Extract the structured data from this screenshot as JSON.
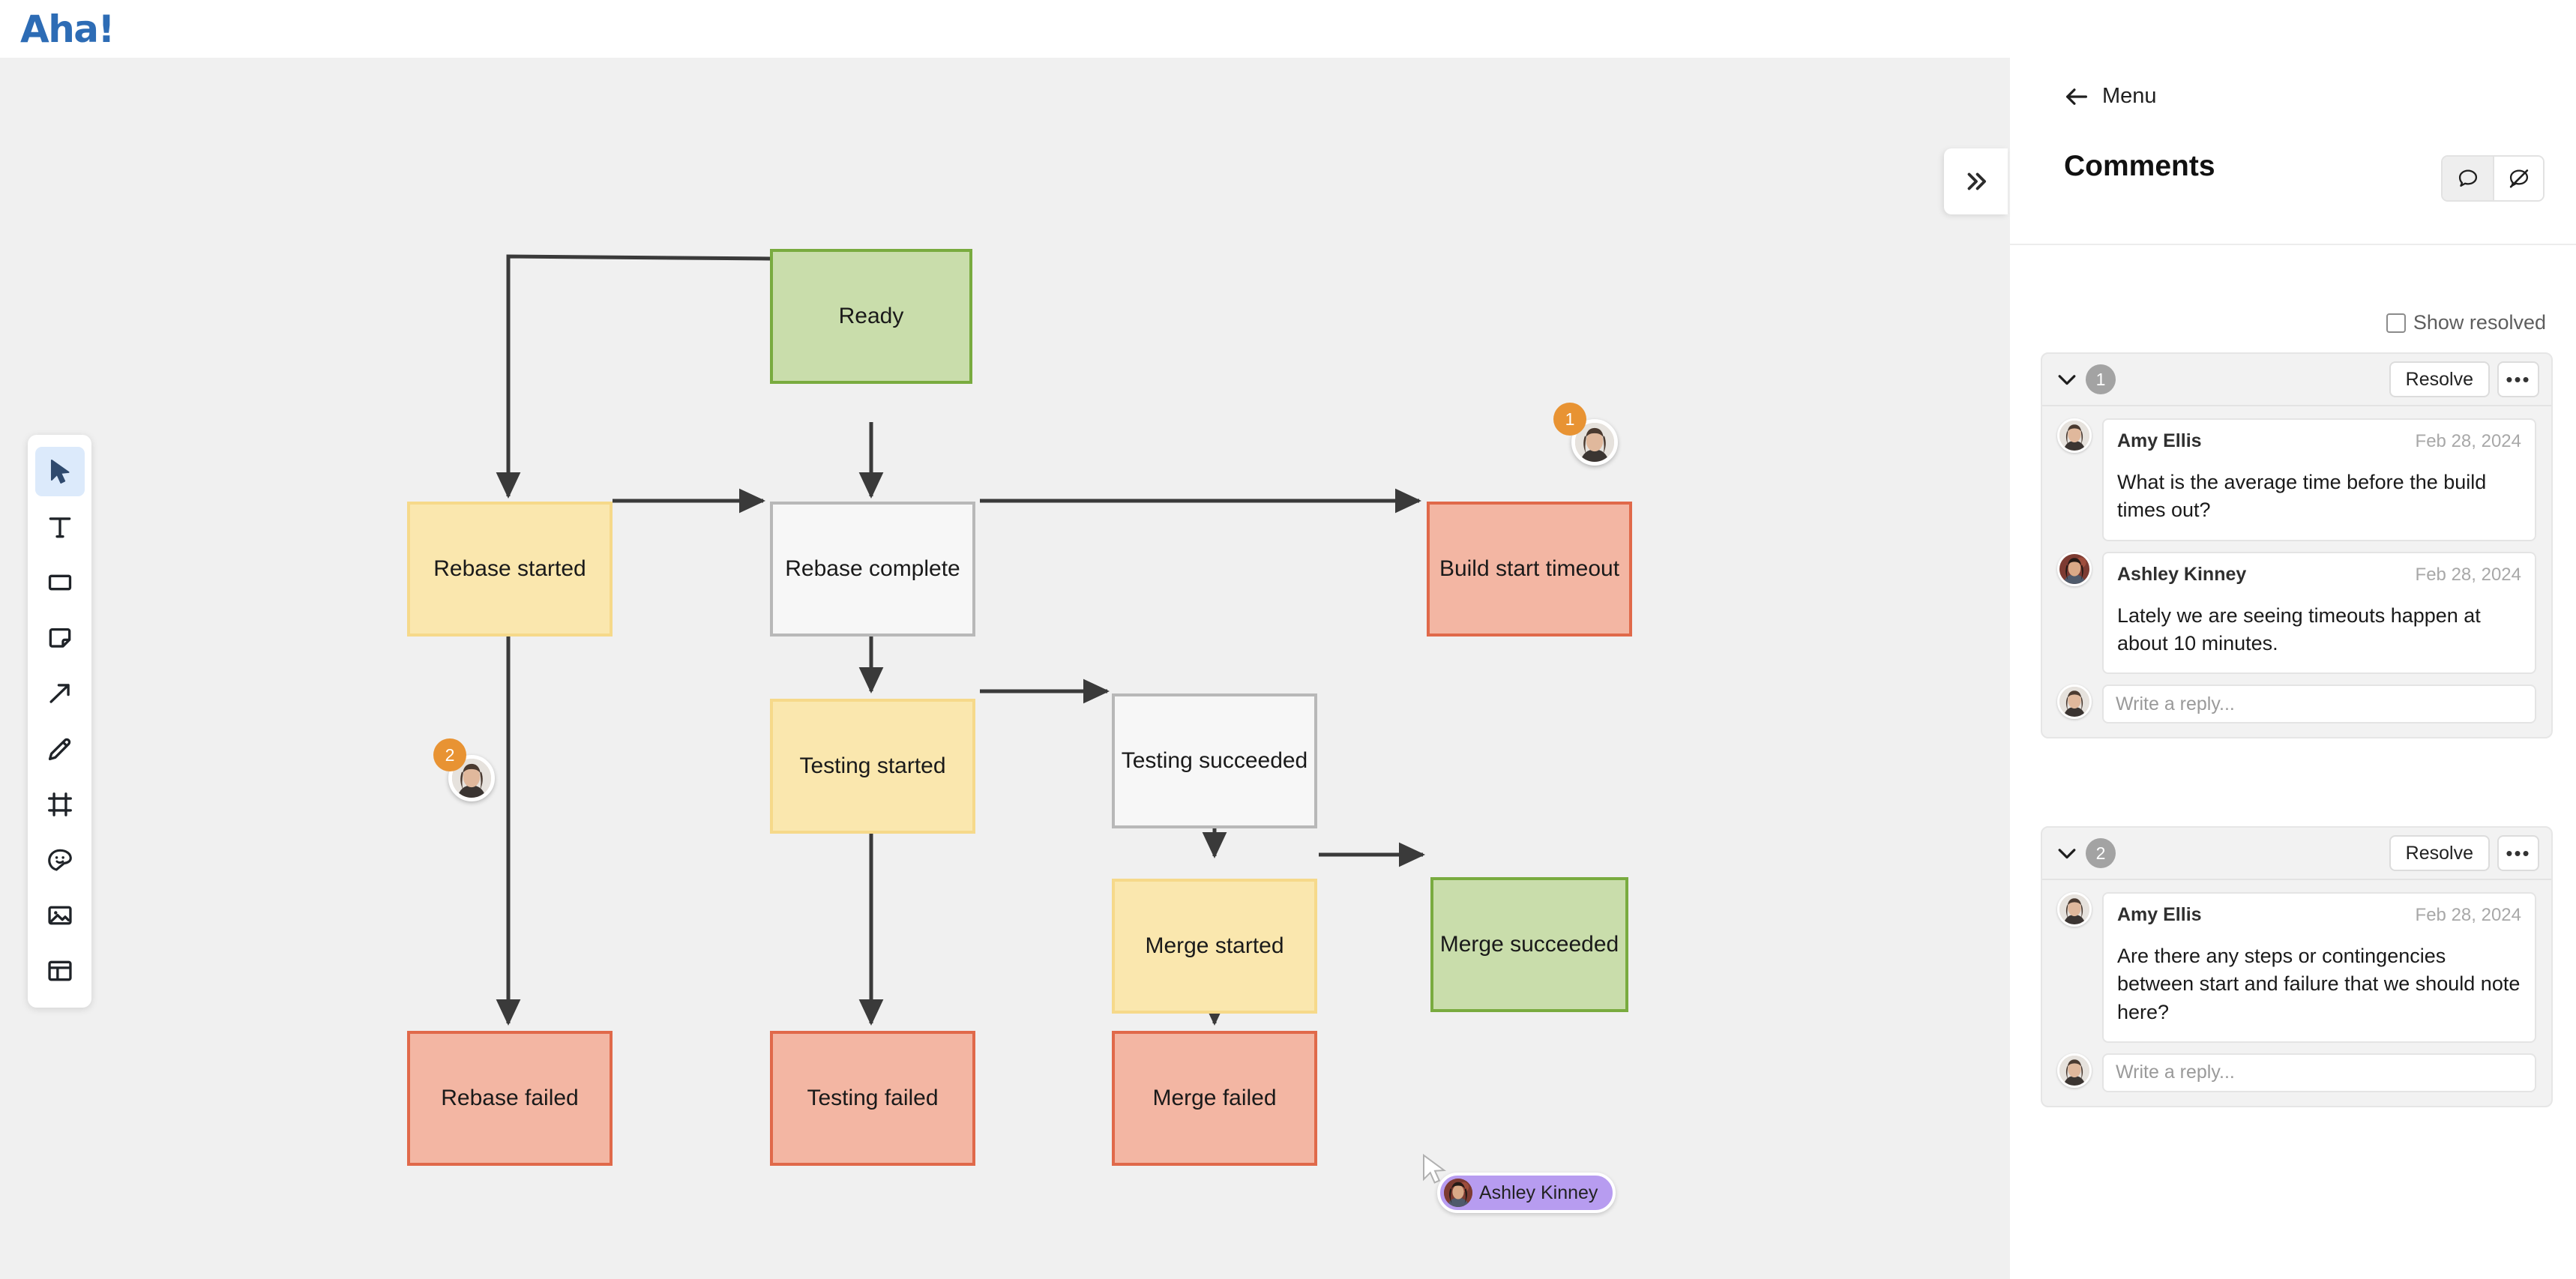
{
  "app": {
    "logo_text": "Aha!",
    "brand_color": "#2d6cb5",
    "collapse_icon": "collapse-arrows-icon"
  },
  "toolbar": {
    "tools": [
      {
        "name": "select-tool",
        "icon": "cursor-arrow-icon",
        "active": true
      },
      {
        "name": "text-tool",
        "icon": "text-t-icon",
        "active": false
      },
      {
        "name": "shape-tool",
        "icon": "rectangle-icon",
        "active": false
      },
      {
        "name": "note-tool",
        "icon": "sticky-note-icon",
        "active": false
      },
      {
        "name": "arrow-tool",
        "icon": "arrow-diagonal-icon",
        "active": false
      },
      {
        "name": "pen-tool",
        "icon": "pencil-icon",
        "active": false
      },
      {
        "name": "frame-tool",
        "icon": "frame-icon",
        "active": false
      },
      {
        "name": "sticker-tool",
        "icon": "emoji-sticker-icon",
        "active": false
      },
      {
        "name": "image-tool",
        "icon": "image-icon",
        "active": false
      },
      {
        "name": "template-tool",
        "icon": "layout-template-icon",
        "active": false
      }
    ]
  },
  "canvas": {
    "background": "#f0f0f0",
    "collapse_handle_icon": "chevron-double-right-icon",
    "nodes": [
      {
        "id": "ready",
        "label": "Ready",
        "style": "green"
      },
      {
        "id": "rebase-started",
        "label": "Rebase started",
        "style": "yellow"
      },
      {
        "id": "rebase-complete",
        "label": "Rebase complete",
        "style": "white"
      },
      {
        "id": "build-start-timeout",
        "label": "Build start timeout",
        "style": "red"
      },
      {
        "id": "testing-started",
        "label": "Testing started",
        "style": "yellow"
      },
      {
        "id": "testing-succeeded",
        "label": "Testing succeeded",
        "style": "white"
      },
      {
        "id": "merge-started",
        "label": "Merge started",
        "style": "yellow"
      },
      {
        "id": "merge-succeeded",
        "label": "Merge succeeded",
        "style": "green"
      },
      {
        "id": "rebase-failed",
        "label": "Rebase failed",
        "style": "red"
      },
      {
        "id": "testing-failed",
        "label": "Testing failed",
        "style": "red"
      },
      {
        "id": "merge-failed",
        "label": "Merge failed",
        "style": "red"
      }
    ],
    "pins": [
      {
        "id": "pin-1",
        "badge": "1"
      },
      {
        "id": "pin-2",
        "badge": "2"
      }
    ],
    "live_cursor": {
      "name": "Ashley Kinney",
      "color": "#b79cf0"
    },
    "palette": {
      "green_fill": "#c9ddab",
      "green_border": "#79ab3f",
      "yellow_fill": "#fae7ae",
      "yellow_border": "#f6d98a",
      "white_fill": "#f7f7f7",
      "white_border": "#b8b8b8",
      "red_fill": "#f3b6a3",
      "red_border": "#e0694a",
      "badge_orange": "#e89333"
    }
  },
  "panel": {
    "menu_label": "Menu",
    "back_icon": "arrow-left-icon",
    "title": "Comments",
    "view_toggle": [
      {
        "name": "show-comments-toggle",
        "icon": "comment-bubble-icon",
        "active": true
      },
      {
        "name": "hide-comments-toggle",
        "icon": "comment-bubble-off-icon",
        "active": false
      }
    ],
    "show_resolved_label": "Show resolved",
    "show_resolved_checked": false,
    "threads": [
      {
        "number": "1",
        "resolve_label": "Resolve",
        "more_label": "•••",
        "comments": [
          {
            "author": "Amy Ellis",
            "date": "Feb 28, 2024",
            "text": "What is the average time before the build times out?"
          },
          {
            "author": "Ashley Kinney",
            "date": "Feb 28, 2024",
            "text": "Lately we are seeing timeouts happen at about 10 minutes."
          }
        ],
        "reply_placeholder": "Write a reply..."
      },
      {
        "number": "2",
        "resolve_label": "Resolve",
        "more_label": "•••",
        "comments": [
          {
            "author": "Amy Ellis",
            "date": "Feb 28, 2024",
            "text": "Are there any steps or contingencies between start and failure that we should note here?"
          }
        ],
        "reply_placeholder": "Write a reply..."
      }
    ]
  }
}
